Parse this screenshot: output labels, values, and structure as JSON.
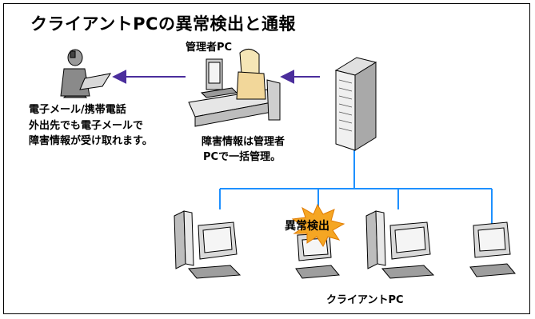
{
  "title": "クライアントPCの異常検出と通報",
  "admin_label": "管理者PC",
  "mobile_label": "電子メール/携帯電話",
  "mobile_caption": [
    "外出先でも電子メールで",
    "障害情報が受け取れます。"
  ],
  "admin_caption": [
    "障害情報は管理者",
    "PCで一括管理。"
  ],
  "alert_label": "異常検出",
  "client_label": "クライアントPC",
  "colors": {
    "network": "#1e90ff",
    "arrow": "#4b2e9c",
    "burst": "#f5a623",
    "frame": "#000000"
  },
  "icons": [
    "mobile-person-icon",
    "admin-workstation-icon",
    "server-icon",
    "client-pc-icon",
    "alert-burst-icon"
  ]
}
